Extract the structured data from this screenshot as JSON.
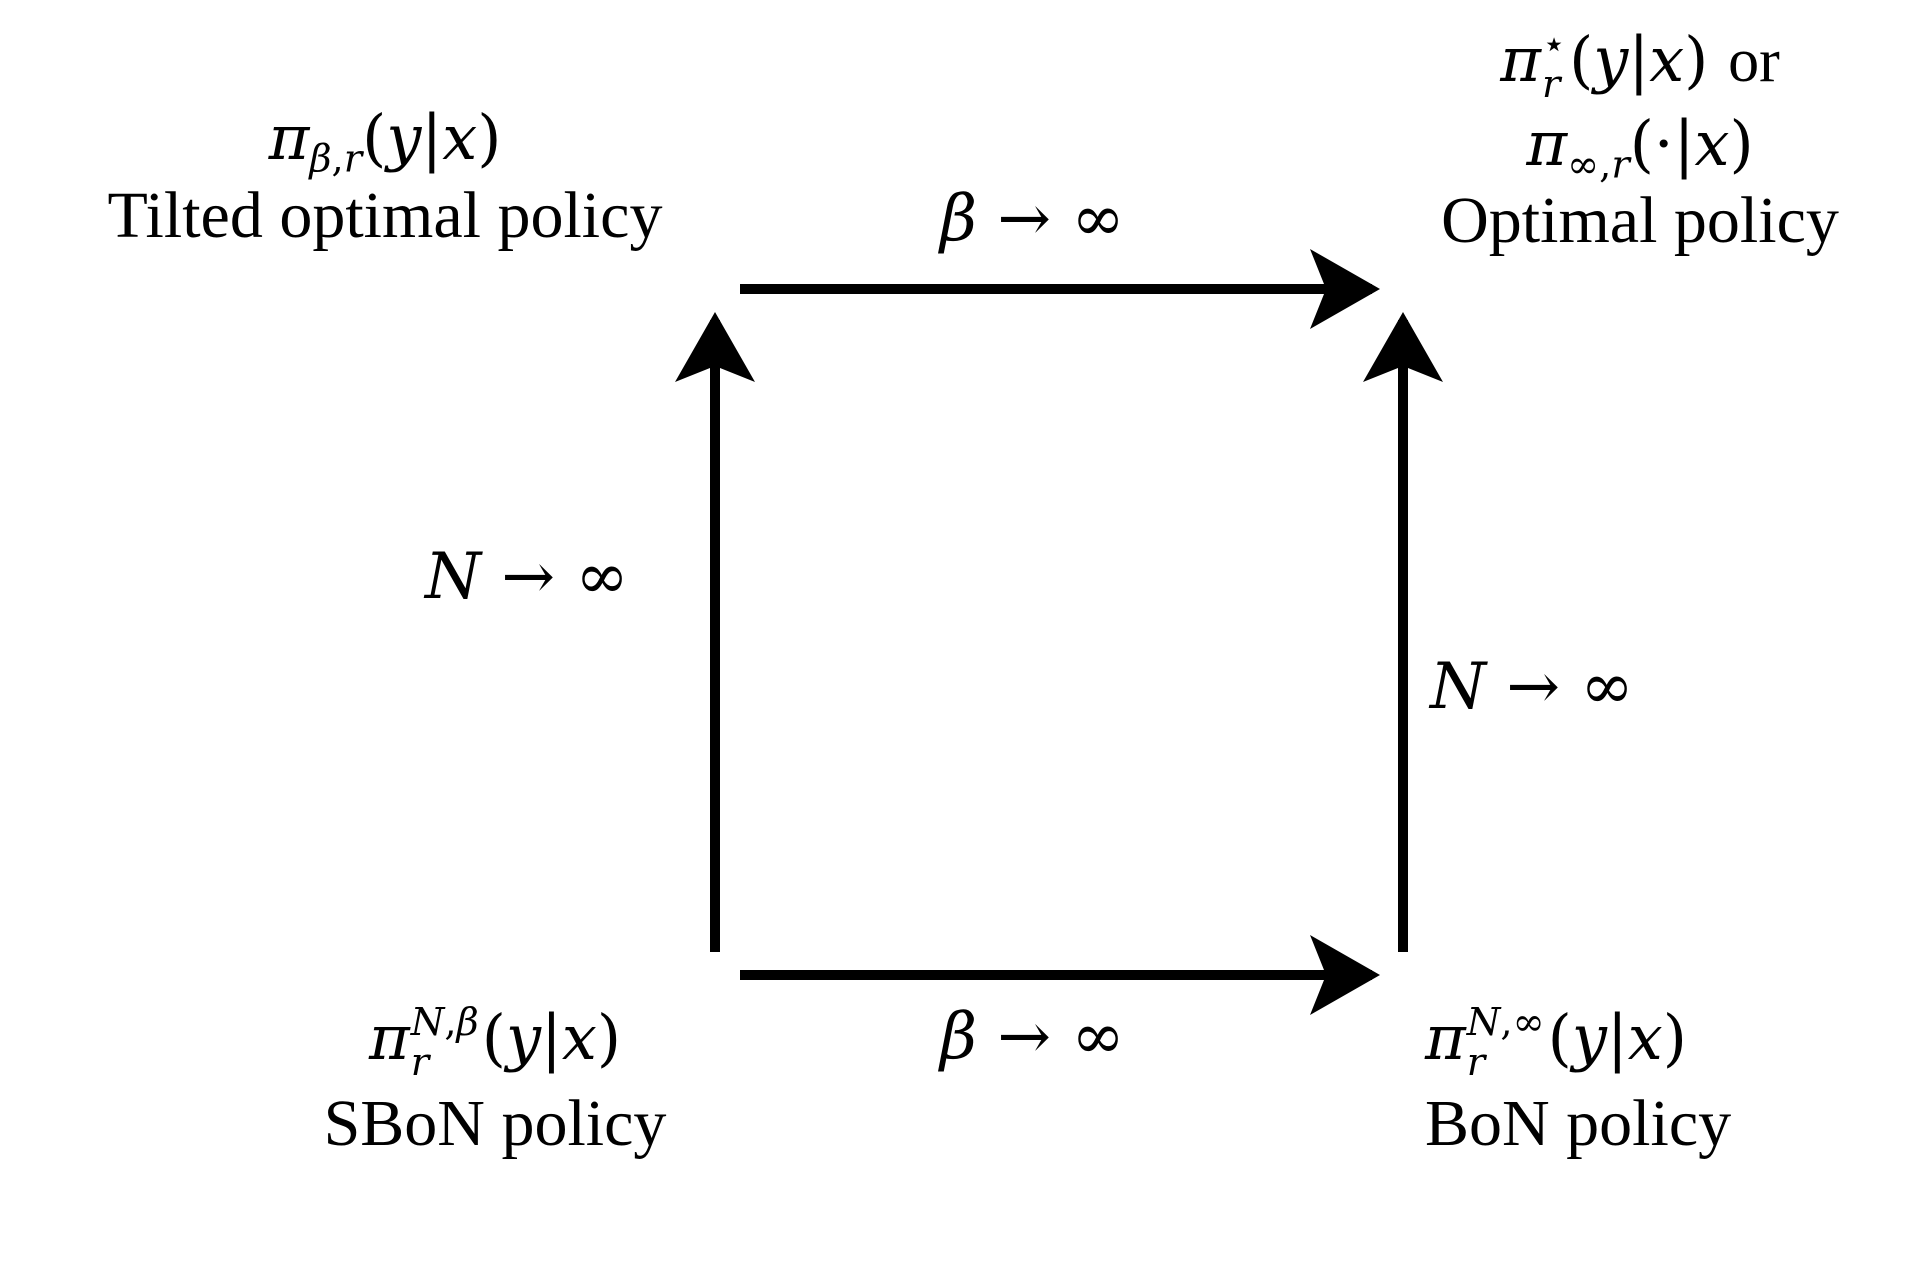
{
  "nodes": {
    "top_left": {
      "formula": "π_{β,r}(y|x)",
      "caption": "Tilted optimal policy"
    },
    "top_right": {
      "formula_line1": "π_r^⋆(y|x) or",
      "formula_line2": "π_{∞,r}(·|x)",
      "caption": "Optimal policy"
    },
    "bottom_left": {
      "formula": "π_r^{N,β}(y|x)",
      "caption": "SBoN policy"
    },
    "bottom_right": {
      "formula": "π_r^{N,∞}(y|x)",
      "caption": "BoN policy"
    }
  },
  "edges": {
    "top": {
      "label": "β → ∞",
      "from": "top_left",
      "to": "top_right"
    },
    "bottom": {
      "label": "β → ∞",
      "from": "bottom_left",
      "to": "bottom_right"
    },
    "left": {
      "label": "N → ∞",
      "from": "bottom_left",
      "to": "top_left"
    },
    "right": {
      "label": "N → ∞",
      "from": "bottom_right",
      "to": "top_right"
    }
  },
  "colors": {
    "foreground": "#000000",
    "background": "#ffffff"
  }
}
